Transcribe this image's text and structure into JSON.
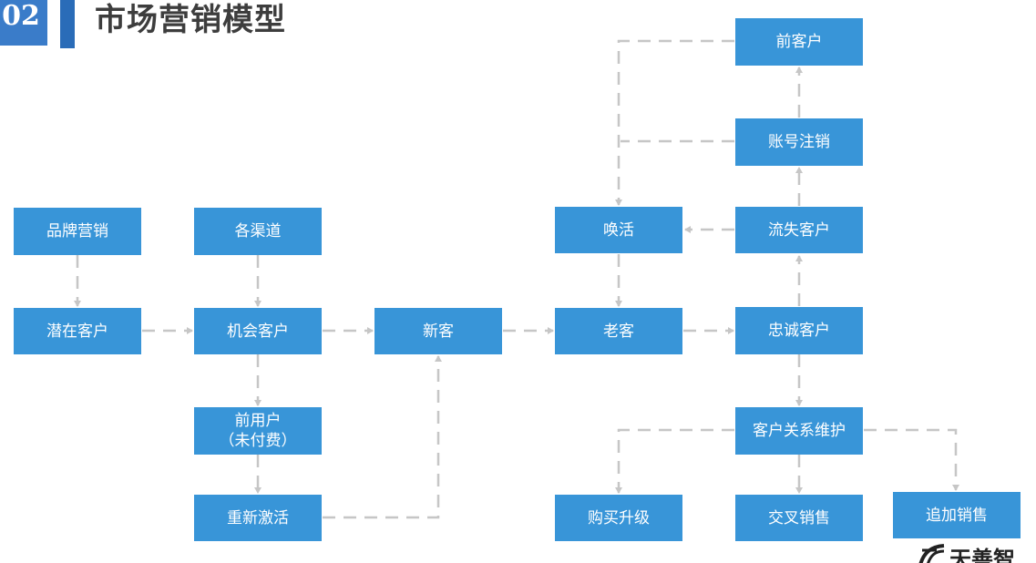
{
  "header": {
    "section_number": "02",
    "title": "市场营销模型"
  },
  "nodes": {
    "brand": "品牌营销",
    "channels": "各渠道",
    "potential": "潜在客户",
    "opportunity": "机会客户",
    "new_customer": "新客",
    "pre_user": "前用户\n（未付费）",
    "reactivate": "重新激活",
    "former": "前客户",
    "account_cancel": "账号注销",
    "revive": "唤活",
    "churned": "流失客户",
    "old_customer": "老客",
    "loyal": "忠诚客户",
    "relationship": "客户关系维护",
    "upgrade": "购买升级",
    "cross_sell": "交叉销售",
    "upsell": "追加销售"
  },
  "logo": {
    "text": "天善智"
  },
  "colors": {
    "node": "#3895d8",
    "line": "#c6c6c6",
    "badge": "#3a7cc9",
    "title": "#3d3d3d"
  }
}
